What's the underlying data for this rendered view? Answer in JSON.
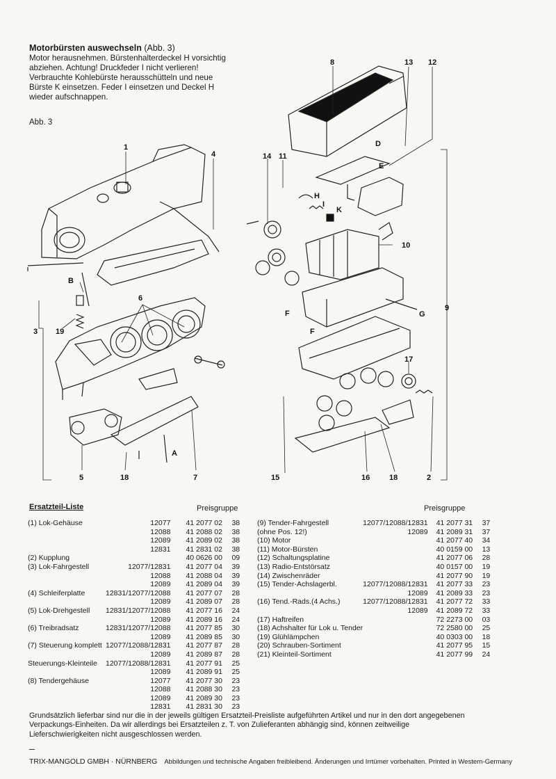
{
  "section": {
    "heading": "Motorbürsten auswechseln",
    "heading_ref": "(Abb. 3)",
    "instructions": "Motor herausnehmen. Bürstenhalterdeckel H vorsichtig abziehen. Achtung! Druckfeder I nicht verlieren! Verbrauchte Kohlebürste herausschütteln und neue Bürste K einsetzen. Feder I einsetzen und Deckel H wieder aufschnappen.",
    "figure_label": "Abb. 3"
  },
  "callouts": [
    "1",
    "4",
    "3",
    "19",
    "6",
    "5",
    "18",
    "7",
    "A",
    "B",
    "8",
    "13",
    "12",
    "D",
    "E",
    "14",
    "11",
    "H",
    "I",
    "K",
    "10",
    "F",
    "G",
    "9",
    "17",
    "15",
    "16",
    "2"
  ],
  "list": {
    "title": "Ersatzteil-Liste",
    "price_group_label": "Preisgruppe",
    "left": [
      [
        "(1) Lok-Gehäuse",
        "12077",
        "41 2077 02",
        "38"
      ],
      [
        "",
        "12088",
        "41 2088 02",
        "38"
      ],
      [
        "",
        "12089",
        "41 2089 02",
        "38"
      ],
      [
        "",
        "12831",
        "41 2831 02",
        "38"
      ],
      [
        "(2) Kupplung",
        "",
        "40 0626 00",
        "09"
      ],
      [
        "(3) Lok-Fahrgestell",
        "12077/12831",
        "41 2077 04",
        "39"
      ],
      [
        "",
        "12088",
        "41 2088 04",
        "39"
      ],
      [
        "",
        "12089",
        "41 2089 04",
        "39"
      ],
      [
        "(4) Schleiferplatte",
        "12831/12077/12088",
        "41 2077 07",
        "28"
      ],
      [
        "",
        "12089",
        "41 2089 07",
        "28"
      ],
      [
        "(5) Lok-Drehgestell",
        "12831/12077/12088",
        "41 2077 16",
        "24"
      ],
      [
        "",
        "12089",
        "41 2089 16",
        "24"
      ],
      [
        "(6) Treibradsatz",
        "12831/12077/12088",
        "41 2077 85",
        "30"
      ],
      [
        "",
        "12089",
        "41 2089 85",
        "30"
      ],
      [
        "(7) Steuerung komplett",
        "12077/12088/12831",
        "41 2077 87",
        "28"
      ],
      [
        "",
        "12089",
        "41 2089 87",
        "28"
      ],
      [
        "Steuerungs-Kleinteile",
        "12077/12088/12831",
        "41 2077 91",
        "25"
      ],
      [
        "",
        "12089",
        "41 2089 91",
        "25"
      ],
      [
        "(8) Tendergehäuse",
        "12077",
        "41 2077 30",
        "23"
      ],
      [
        "",
        "12088",
        "41 2088 30",
        "23"
      ],
      [
        "",
        "12089",
        "41 2089 30",
        "23"
      ],
      [
        "",
        "12831",
        "41 2831 30",
        "23"
      ]
    ],
    "right": [
      [
        "(9) Tender-Fahrgestell",
        "12077/12088/12831",
        "41 2077 31",
        "37"
      ],
      [
        "(ohne Pos. 12!)",
        "12089",
        "41 2089 31",
        "37"
      ],
      [
        "(10) Motor",
        "",
        "41 2077 40",
        "34"
      ],
      [
        "(11) Motor-Bürsten",
        "",
        "40 0159 00",
        "13"
      ],
      [
        "(12) Schaltungsplatine",
        "",
        "41 2077 06",
        "28"
      ],
      [
        "(13) Radio-Entstörsatz",
        "",
        "40 0157 00",
        "19"
      ],
      [
        "(14) Zwischenräder",
        "",
        "41 2077 90",
        "19"
      ],
      [
        "(15) Tender-Achslagerbl.",
        "12077/12088/12831",
        "41 2077 33",
        "23"
      ],
      [
        "",
        "12089",
        "41 2089 33",
        "23"
      ],
      [
        "(16) Tend.-Rads.(4 Achs.)",
        "12077/12088/12831",
        "41 2077 72",
        "33"
      ],
      [
        "",
        "12089",
        "41 2089 72",
        "33"
      ],
      [
        "(17) Haftreifen",
        "",
        "72 2273 00",
        "03"
      ],
      [
        "(18) Achshalter für Lok u. Tender",
        "",
        "72 2580 00",
        "25"
      ],
      [
        "(19) Glühlämpchen",
        "",
        "40 0303 00",
        "18"
      ],
      [
        "(20) Schrauben-Sortiment",
        "",
        "41 2077 95",
        "15"
      ],
      [
        "(21) Kleinteil-Sortiment",
        "",
        "41 2077 99",
        "24"
      ]
    ]
  },
  "note": "Grundsätzlich lieferbar sind nur die in der jeweils gültigen Ersatzteil-Preisliste aufgeführten Artikel und nur in den dort angegebenen Verpackungs-Einheiten. Da wir allerdings bei Ersatzteilen z. T. von Zulieferanten abhängig sind, können zeitweilige Lieferschwierigkeiten nicht ausgeschlossen werden.",
  "footer": {
    "company": "TRIX-MANGOLD GMBH · NÜRNBERG",
    "disclaimer": "Abbildungen und technische Angaben freibleibend. Änderungen und Irrtümer vorbehalten. Printed in Western-Germany"
  }
}
